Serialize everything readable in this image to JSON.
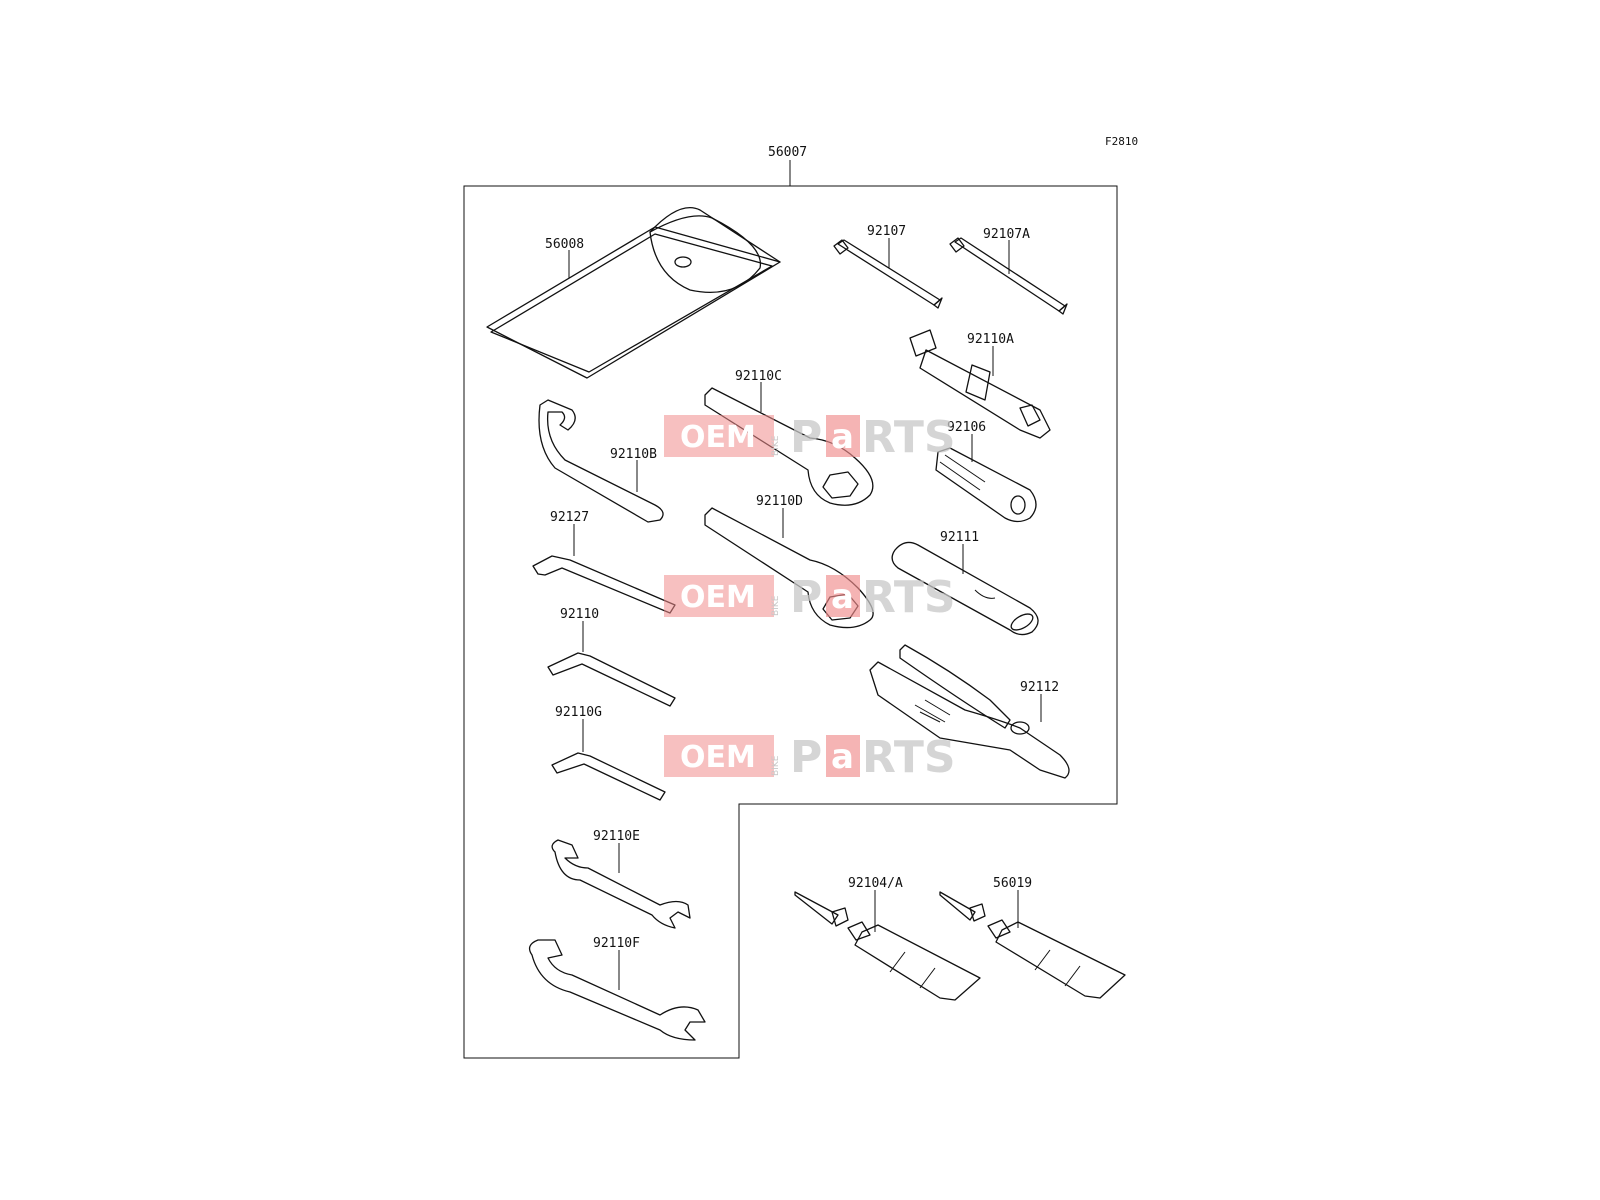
{
  "figure_code": "F2810",
  "parts": {
    "tool_kit": "56007",
    "case": "56008",
    "driver_1": "92107",
    "driver_2": "92107A",
    "box_wrench": "92110A",
    "wrench_c": "92110C",
    "handle": "92106",
    "hook_wrench": "92110B",
    "hex_wrench_1": "92127",
    "wrench_d": "92110D",
    "rod": "92111",
    "hex_wrench_2": "92110",
    "pliers": "92112",
    "hex_wrench_3": "92110G",
    "open_wrench_e": "92110E",
    "open_wrench_f": "92110F",
    "repair_kit": "92104/A",
    "cement": "56019"
  },
  "watermark": {
    "oem": "OEM",
    "bike": "BIKE",
    "p": "P",
    "a": "a",
    "rts": "RTS"
  }
}
